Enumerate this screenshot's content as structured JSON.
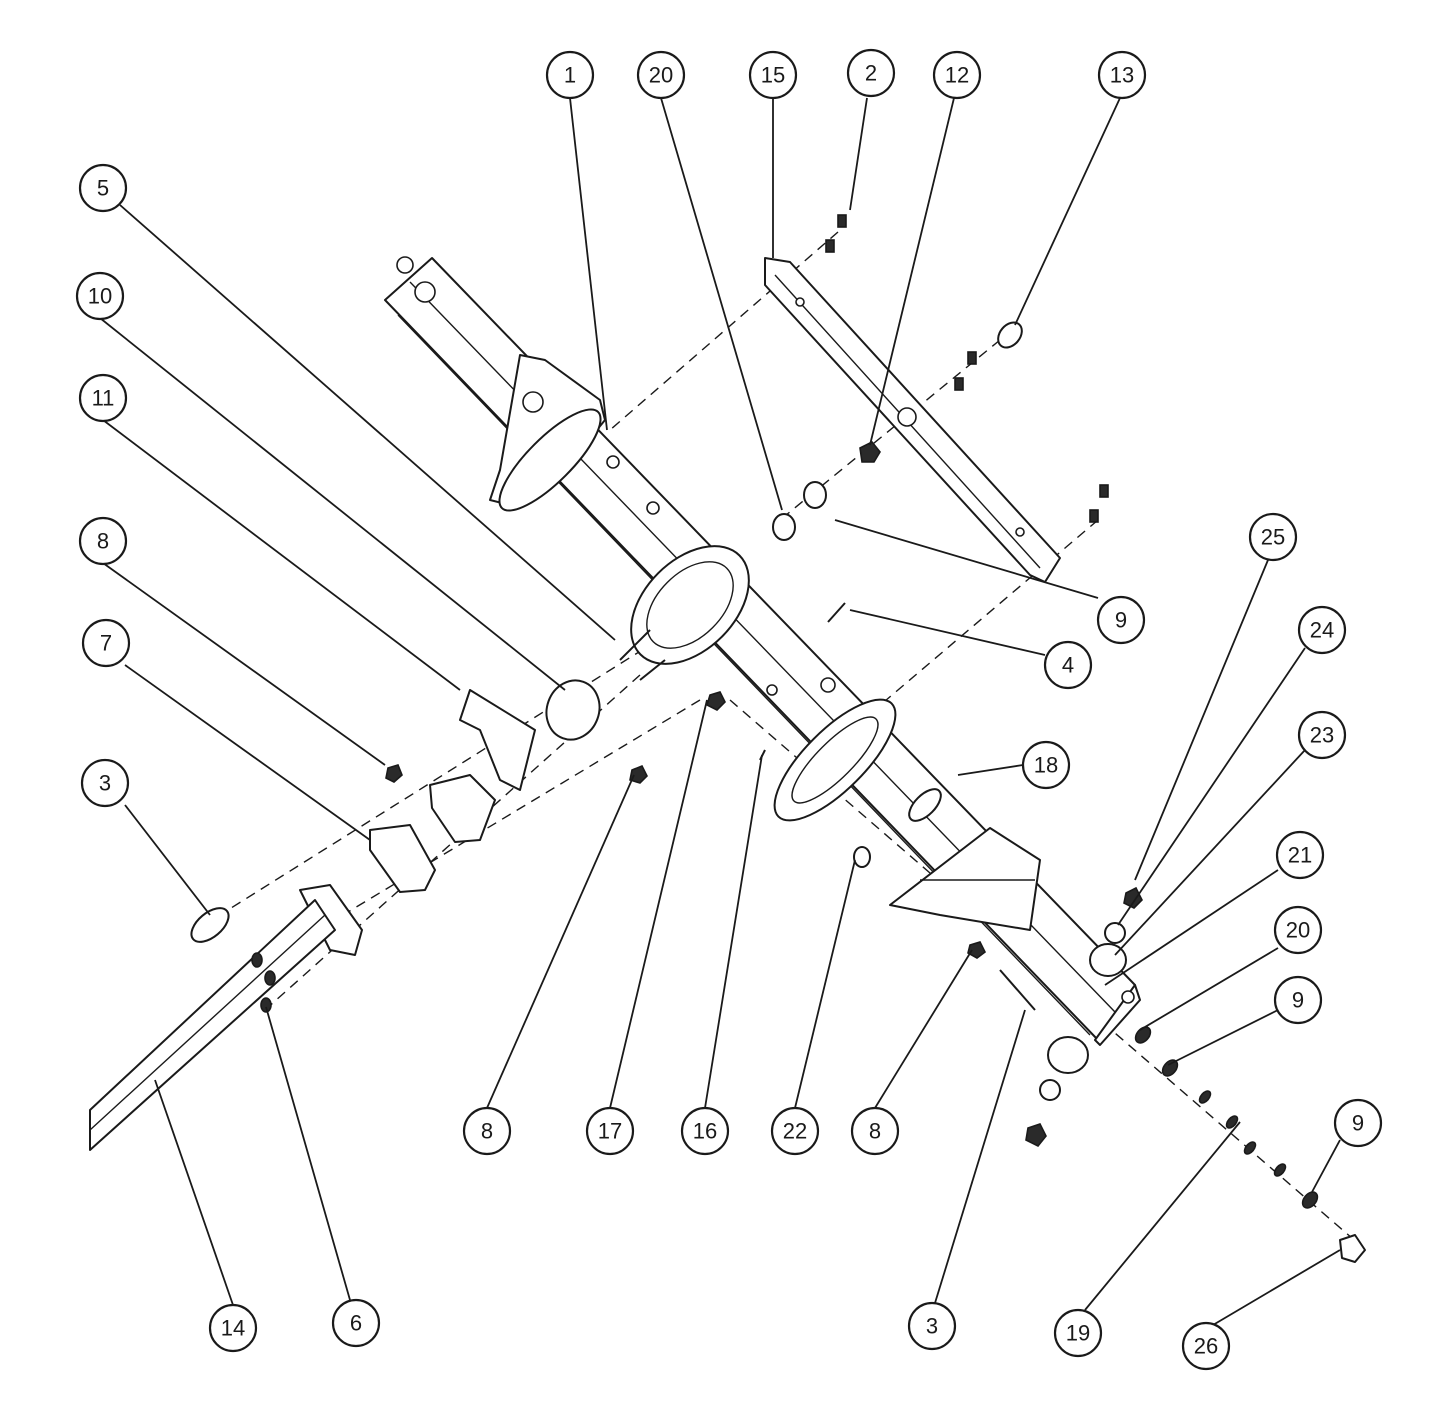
{
  "callouts": [
    {
      "label": "1"
    },
    {
      "label": "20"
    },
    {
      "label": "15"
    },
    {
      "label": "2"
    },
    {
      "label": "12"
    },
    {
      "label": "13"
    },
    {
      "label": "5"
    },
    {
      "label": "10"
    },
    {
      "label": "11"
    },
    {
      "label": "8"
    },
    {
      "label": "7"
    },
    {
      "label": "3"
    },
    {
      "label": "9"
    },
    {
      "label": "4"
    },
    {
      "label": "25"
    },
    {
      "label": "24"
    },
    {
      "label": "23"
    },
    {
      "label": "18"
    },
    {
      "label": "21"
    },
    {
      "label": "20"
    },
    {
      "label": "9"
    },
    {
      "label": "9"
    },
    {
      "label": "8"
    },
    {
      "label": "17"
    },
    {
      "label": "16"
    },
    {
      "label": "22"
    },
    {
      "label": "8"
    },
    {
      "label": "14"
    },
    {
      "label": "6"
    },
    {
      "label": "3"
    },
    {
      "label": "19"
    },
    {
      "label": "26"
    }
  ]
}
